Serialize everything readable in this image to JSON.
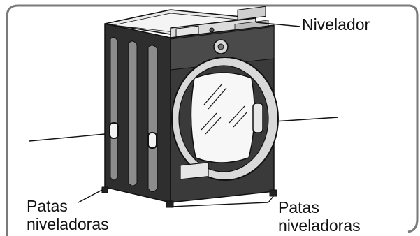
{
  "labels": {
    "leveler": "Nivelador",
    "legs_left": "Patas\nniveladoras",
    "legs_right": "Patas\nniveladoras"
  },
  "icons": [
    "washing-machine-illustration",
    "leveler-bar-icon",
    "leveling-leg-icon"
  ],
  "colors": {
    "frame_border": "#7a7a7a",
    "ink": "#111111",
    "background": "#ffffff"
  }
}
